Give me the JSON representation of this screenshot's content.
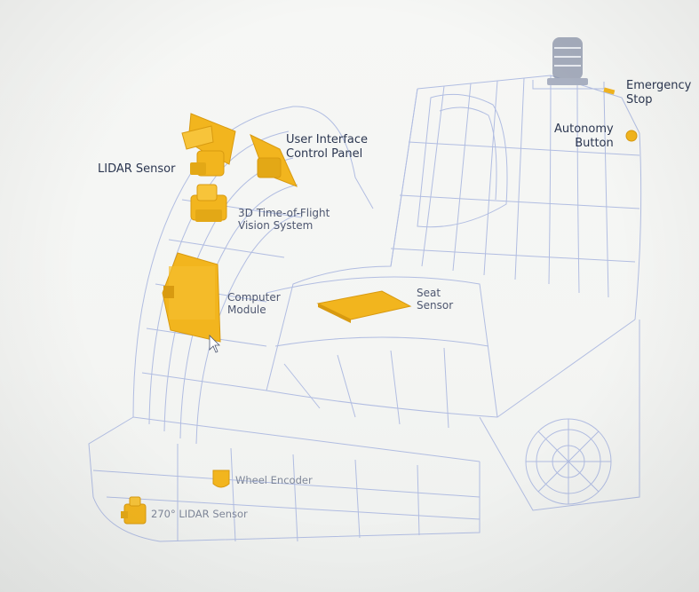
{
  "labels": {
    "emergency_stop": [
      "Emergency",
      "Stop"
    ],
    "autonomy_button": [
      "Autonomy",
      "Button"
    ],
    "ui_panel": [
      "User Interface",
      "Control Panel"
    ],
    "lidar_sensor": "LIDAR Sensor",
    "tof_vision": [
      "3D Time-of-Flight",
      "Vision System"
    ],
    "computer_module": [
      "Computer",
      "Module"
    ],
    "seat_sensor": [
      "Seat",
      "Sensor"
    ],
    "wheel_encoder": "Wheel Encoder",
    "lidar_270": "270° LIDAR Sensor"
  },
  "colors": {
    "wireframe": "#aab7e0",
    "component": "#f2b51e",
    "component_shade": "#d89a10",
    "beacon": "#8a93a8"
  },
  "icons": {
    "beacon": "warning-beacon-icon",
    "pointer": "mouse-pointer-icon"
  }
}
